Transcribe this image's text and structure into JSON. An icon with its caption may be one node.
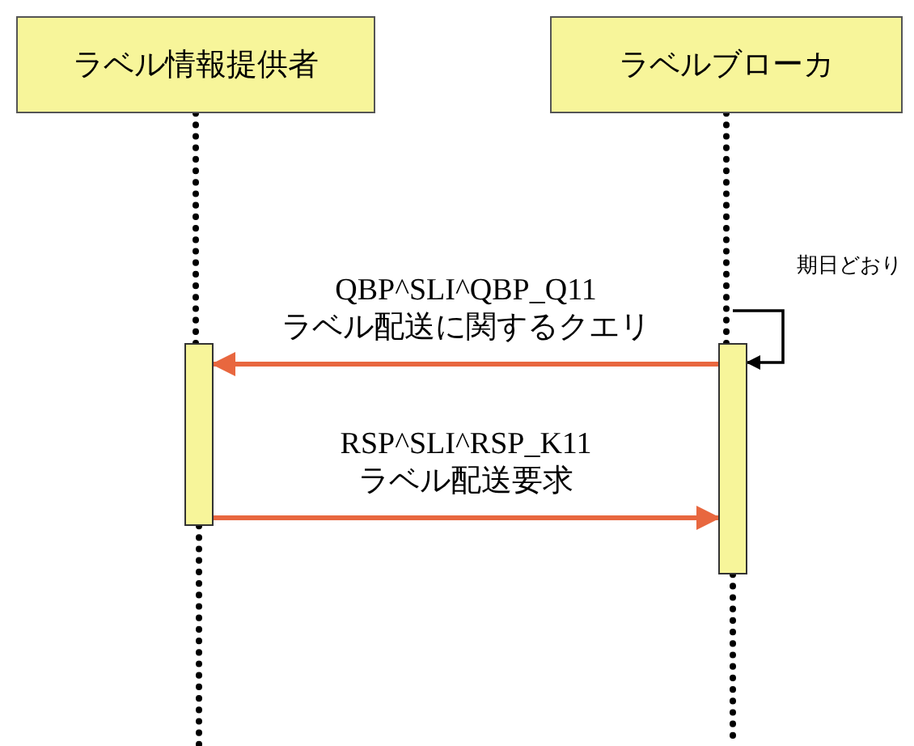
{
  "diagram": {
    "nodes": [
      {
        "text": [
          "ラベル情報提供者"
        ]
      },
      {
        "text": [
          "ラベルブローカ"
        ]
      },
      {
        "text": [],
        "shape": "bar"
      },
      {
        "text": [],
        "shape": "bar"
      }
    ],
    "edges": [
      {
        "from": 0,
        "to": 2,
        "arrow": "none",
        "style": "dashed"
      },
      {
        "from": 1,
        "to": 3,
        "arrow": "none",
        "style": "dashed"
      },
      {
        "from": 3,
        "to": 3,
        "arrow": "to",
        "label": "期日どおり"
      },
      {
        "from": 3,
        "to": 2,
        "arrow": "to",
        "label": "QBP^SLI^QBP_Q11 ラベル配送に関するクエリ",
        "color": "#e8673f"
      },
      {
        "from": 2,
        "to": 3,
        "arrow": "to",
        "label": "RSP^SLI^RSP_K11 ラベル配送要求",
        "color": "#e8673f"
      }
    ]
  }
}
